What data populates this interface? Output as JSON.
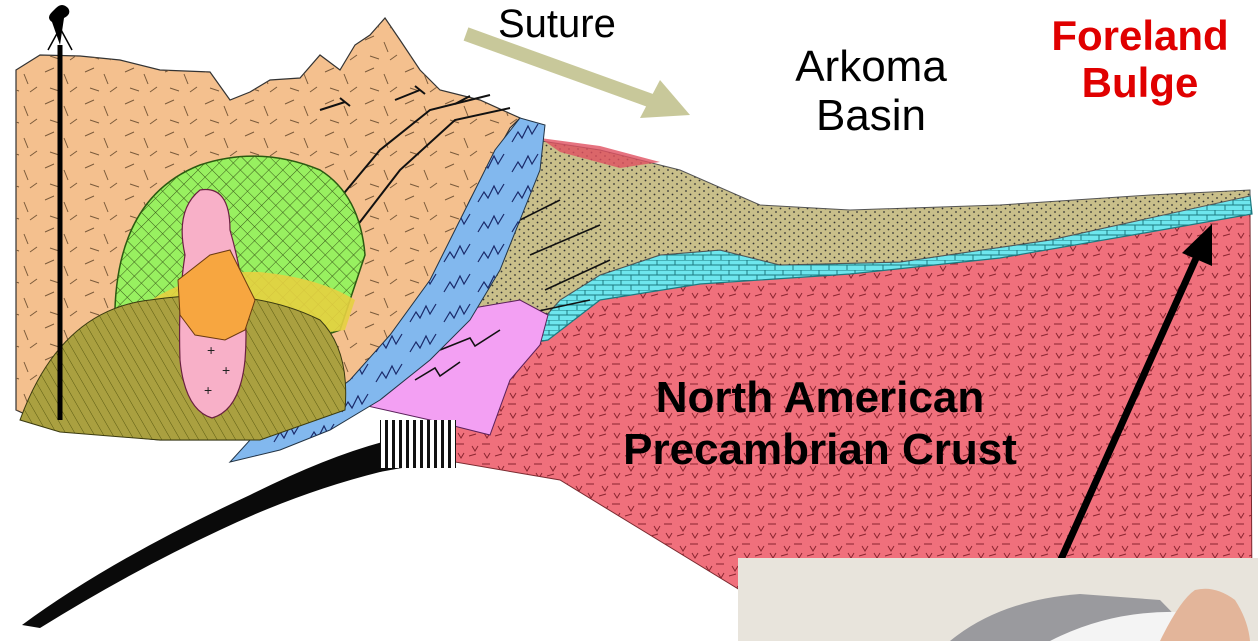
{
  "labels": {
    "suture": "Suture",
    "arkoma_line1": "Arkoma",
    "arkoma_line2": "Basin",
    "foreland_line1": "Foreland",
    "foreland_line2": "Bulge",
    "crust_line1": "North American",
    "crust_line2": "Precambrian Crust"
  },
  "colors": {
    "orogen_tan": "#f4c08e",
    "slate_blue": "#82b8ee",
    "basin_fill": "#c9bf8a",
    "carbonate_cyan": "#6ee6ee",
    "crust_red": "#f0707c",
    "pink_body": "#f3a0f3",
    "green_halo": "#98f060",
    "olive_layer": "#aaa040",
    "orange_pluton": "#f7a640",
    "label_red": "#e00000",
    "arrow_olive": "#c8c89a"
  },
  "icons": {
    "oil_derrick": "oil-derrick-icon",
    "thrust_fault": "thrust-fault-icon",
    "suture_arrow": "arrow-icon",
    "foreland_arrow": "arrow-icon"
  }
}
